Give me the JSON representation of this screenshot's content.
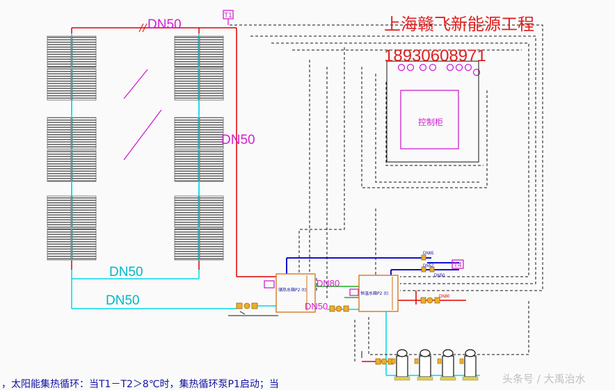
{
  "company": {
    "name": "上海赣飞新能源工程",
    "phone": "18930608971",
    "color": "#e02020"
  },
  "sensors": {
    "t1": "T1",
    "t4": "T4"
  },
  "pipe_labels": {
    "top": "DN50",
    "vertical": "DN50",
    "return_upper": "DN50",
    "return_lower": "DN50",
    "mid_green": "DN80",
    "mid_lower": "DN50"
  },
  "small_labels": {
    "dn_a": "DN65",
    "dn_b": "DN52",
    "dn_c": "DN50",
    "dn_right": "DN80"
  },
  "tanks": {
    "left": "储热水箱P2 (t)",
    "right": "恒温水箱P2 (t)"
  },
  "control_cabinet": {
    "label": "控制柜"
  },
  "footer": {
    "note": "，太阳能集热循环：当T1－T2＞8℃时，集热循环泵P1启动；当"
  },
  "watermark": {
    "text": "头条号 / 大禹治水"
  },
  "colors": {
    "red_pipe": "#e00000",
    "cyan_pipe": "#00d8e8",
    "blue_pipe": "#1010d0",
    "green_pipe": "#20b020",
    "magenta": "#d020d0",
    "dashed": "#111111"
  }
}
